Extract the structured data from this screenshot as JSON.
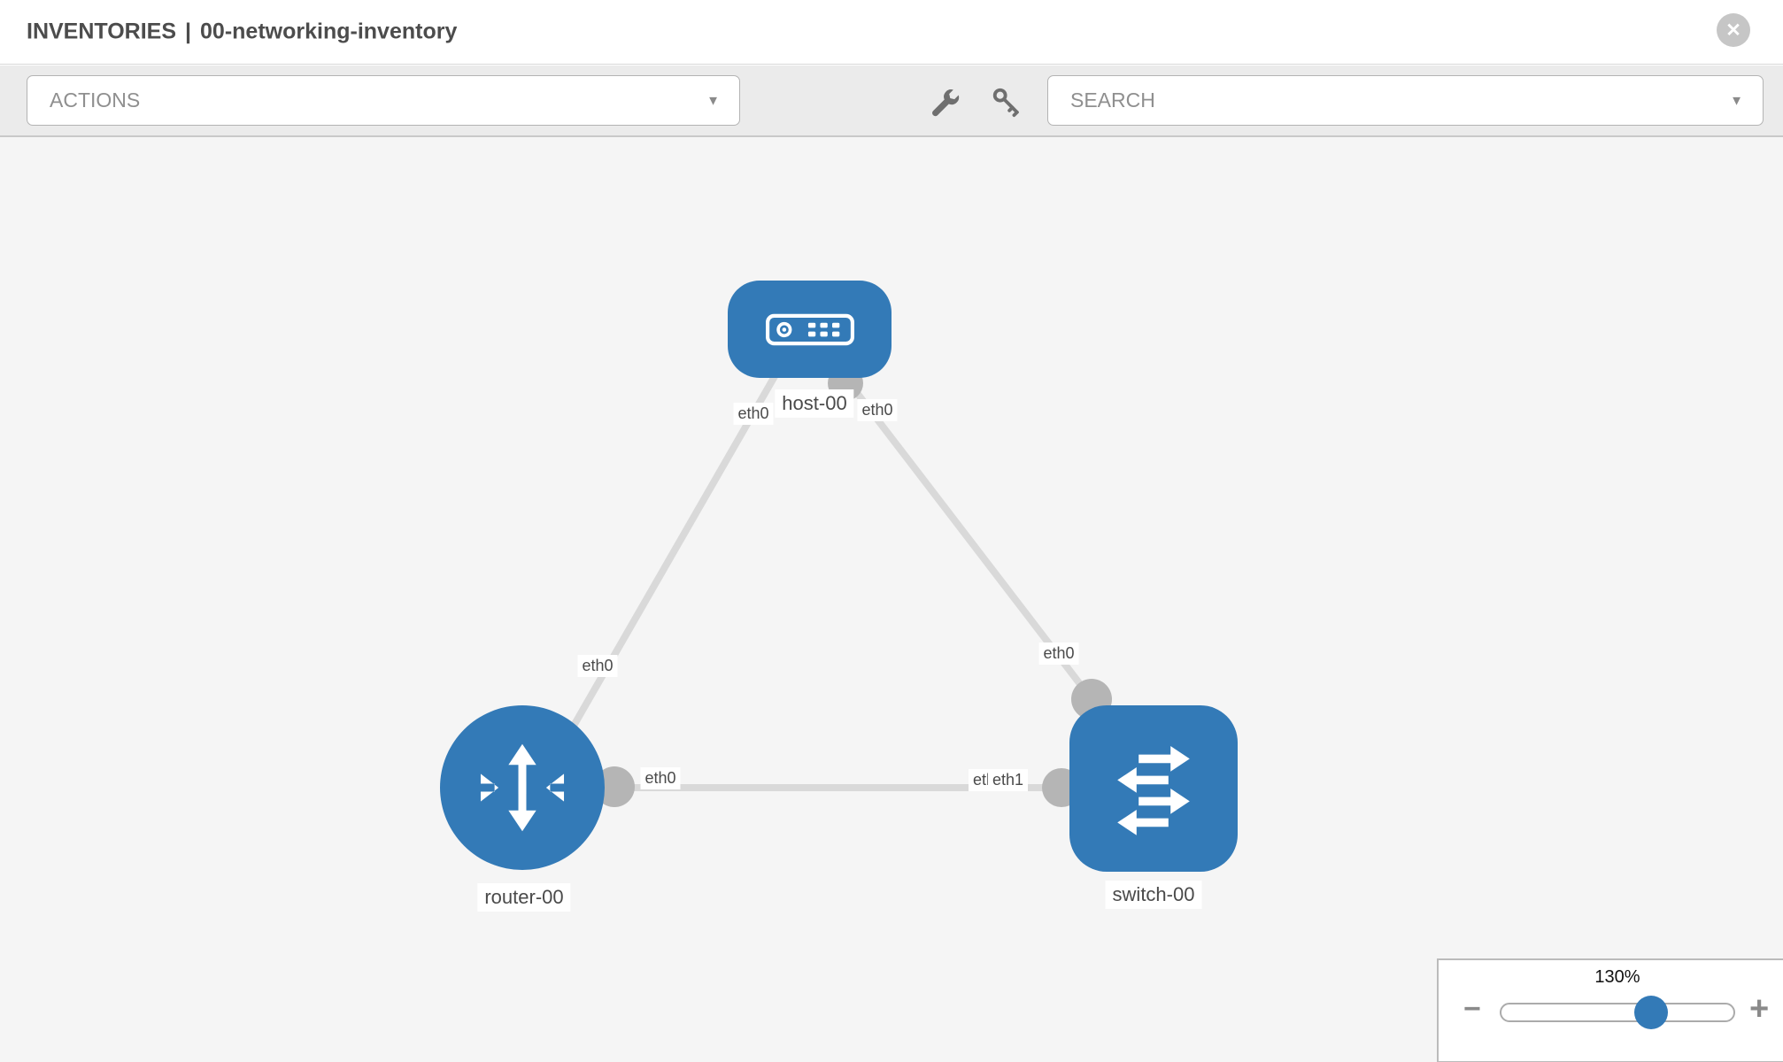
{
  "header": {
    "section": "INVENTORIES",
    "separator": "|",
    "inventory_name": "00-networking-inventory"
  },
  "toolbar": {
    "actions_label": "ACTIONS",
    "search_placeholder": "SEARCH"
  },
  "icons": {
    "close": "✕",
    "caret": "▼",
    "wrench": "wrench-icon",
    "key": "key-icon"
  },
  "canvas": {
    "nodes": [
      {
        "id": "host-00",
        "type": "host",
        "label": "host-00"
      },
      {
        "id": "router-00",
        "type": "router",
        "label": "router-00"
      },
      {
        "id": "switch-00",
        "type": "switch",
        "label": "switch-00"
      }
    ],
    "links": [
      {
        "source": "host-00",
        "source_interface": "eth0",
        "target": "router-00",
        "target_interface": "eth0"
      },
      {
        "source": "host-00",
        "source_interface": "eth0",
        "target": "switch-00",
        "target_interface": "eth0"
      },
      {
        "source": "router-00",
        "source_interface": "eth0",
        "target": "switch-00",
        "target_interface": "eth1"
      }
    ],
    "interface_labels": {
      "host_router_host": "eth0",
      "host_router_router": "eth0",
      "host_switch_host": "eth0",
      "host_switch_switch": "eth0",
      "router_switch_router": "eth0",
      "router_switch_switch_under": "eth0",
      "router_switch_switch": "eth1"
    }
  },
  "zoom_control": {
    "level": "130%",
    "decrease": "−",
    "increase": "+"
  },
  "colors": {
    "node_blue": "#337ab7",
    "link_gray": "#d9d9d9",
    "port_gray": "#b5b5b5",
    "toolbar_gray": "#ebebeb",
    "canvas_gray": "#f5f5f5"
  }
}
